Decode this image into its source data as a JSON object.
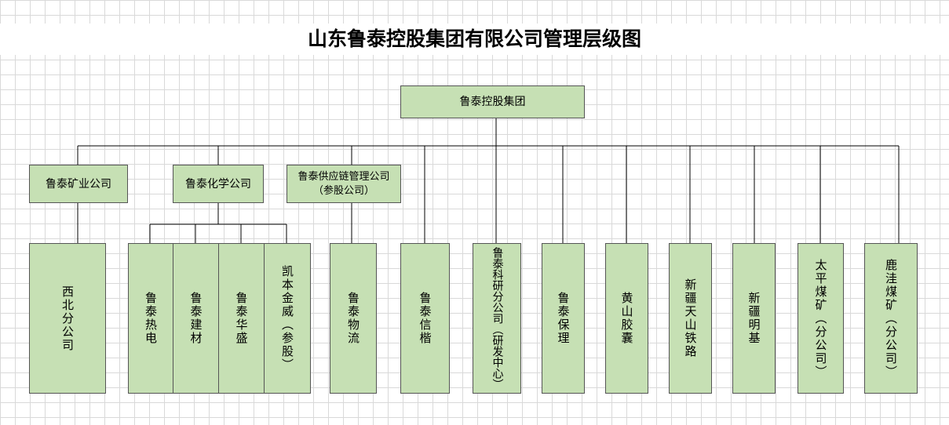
{
  "title": "山东鲁泰控股集团有限公司管理层级图",
  "root": "鲁泰控股集团",
  "level2": {
    "mining": "鲁泰矿业公司",
    "chemical": "鲁泰化学公司",
    "supply": "鲁泰供应链管理公司\n（参股公司）"
  },
  "leaves": {
    "xibei": "西北分公司",
    "redian": "鲁泰热电",
    "jiancai": "鲁泰建材",
    "huasheng": "鲁泰华盛",
    "kaiben": "凯本金威（参股）",
    "wuliu": "鲁泰物流",
    "xinkai": "鲁泰信楷",
    "keyan": "鲁泰科研分公司（研发中心）",
    "baoli": "鲁泰保理",
    "huangshan": "黄山胶囊",
    "tianshan": "新疆天山铁路",
    "mingji": "新疆明基",
    "taiping": "太平煤矿（分公司）",
    "luwa": "鹿洼煤矿（分公司）"
  },
  "colors": {
    "box_fill": "#c6e0b4",
    "box_border": "#555555",
    "line": "#000000",
    "grid": "#d9d9d9"
  }
}
